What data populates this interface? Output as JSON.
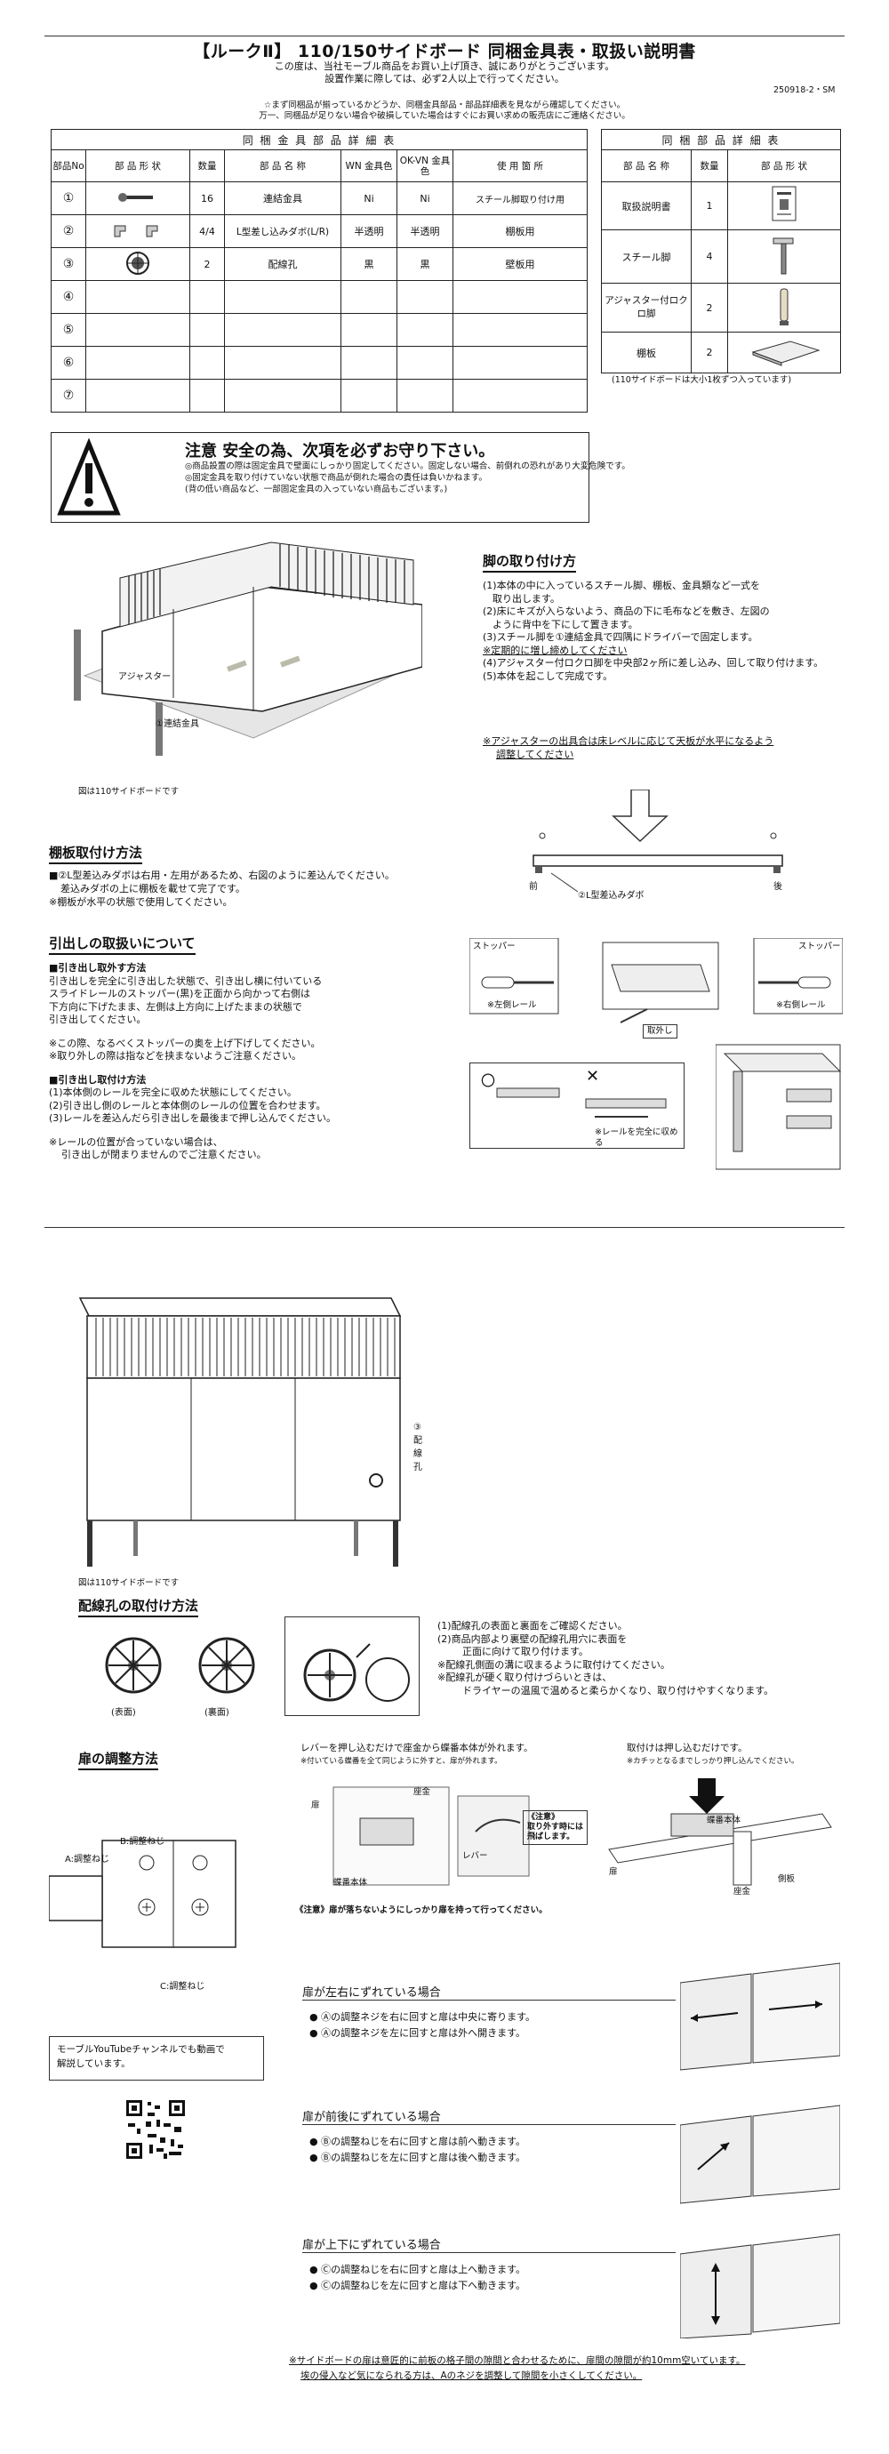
{
  "header": {
    "title": "【ルークⅡ】 110/150サイドボード 同梱金具表・取扱い説明書",
    "intro_1": "この度は、当社モーブル商品をお買い上げ頂き、誠にありがとうございます。",
    "intro_2": "設置作業に際しては、必ず2人以上で行ってください。",
    "doc_code": "250918-2・SM",
    "notice_1": "☆まず同梱品が揃っているかどうか、同梱金具部品・部品詳細表を見ながら確認してください。",
    "notice_2": "万一、同梱品が足りない場合や破損していた場合はすぐにお買い求めの販売店にご連絡ください。"
  },
  "left_table": {
    "caption": "同 梱 金 具 部 品 詳 細 表",
    "headers": [
      "部品No",
      "部 品 形 状",
      "数量",
      "部 品 名 称",
      "WN 金具色",
      "OK-VN 金具色",
      "使 用 箇 所"
    ],
    "rows": [
      {
        "no": "①",
        "qty": "16",
        "name": "連結金具",
        "wn": "Ni",
        "okvn": "Ni",
        "use": "スチール脚取り付け用"
      },
      {
        "no": "②",
        "qty": "4/4",
        "name": "L型差し込みダボ(L/R)",
        "wn": "半透明",
        "okvn": "半透明",
        "use": "棚板用"
      },
      {
        "no": "③",
        "qty": "2",
        "name": "配線孔",
        "wn": "黒",
        "okvn": "黒",
        "use": "壁板用"
      },
      {
        "no": "④",
        "qty": "",
        "name": "",
        "wn": "",
        "okvn": "",
        "use": ""
      },
      {
        "no": "⑤",
        "qty": "",
        "name": "",
        "wn": "",
        "okvn": "",
        "use": ""
      },
      {
        "no": "⑥",
        "qty": "",
        "name": "",
        "wn": "",
        "okvn": "",
        "use": ""
      },
      {
        "no": "⑦",
        "qty": "",
        "name": "",
        "wn": "",
        "okvn": "",
        "use": ""
      }
    ]
  },
  "right_table": {
    "caption": "同 梱 部 品 詳 細 表",
    "headers": [
      "部 品 名 称",
      "数量",
      "部 品 形 状"
    ],
    "rows": [
      {
        "name": "取扱説明書",
        "qty": "1"
      },
      {
        "name": "スチール脚",
        "qty": "4"
      },
      {
        "name": "アジャスター付ロクロ脚",
        "qty": "2"
      },
      {
        "name": "棚板",
        "qty": "2"
      }
    ],
    "note": "(110サイドボードは大小1枚ずつ入っています)"
  },
  "warning": {
    "head": "注意 安全の為、次項を必ずお守り下さい。",
    "line_1": "◎商品設置の際は固定金具で壁面にしっかり固定してください。固定しない場合、前倒れの恐れがあり大変危険です。",
    "line_2": "◎固定金具を取り付けていない状態で商品が倒れた場合の責任は負いかねます。",
    "line_3": "(背の低い商品など、一部固定金具の入っていない商品もございます。)"
  },
  "leg_section": {
    "title": "脚の取り付け方",
    "steps": [
      "(1)本体の中に入っているスチール脚、棚板、金具類など一式を",
      "　取り出します。",
      "(2)床にキズが入らないよう、商品の下に毛布などを敷き、左図の",
      "　ように背中を下にして置きます。",
      "(3)スチール脚を①連結金具で四隅にドライバーで固定します。",
      "※定期的に増し締めしてください",
      "(4)アジャスター付ロクロ脚を中央部2ヶ所に差し込み、回して取り付けます。",
      "(5)本体を起こして完成です。"
    ],
    "note_1": "※アジャスターの出具合は床レベルに応じて天板が水平になるよう",
    "note_2": "調整してください",
    "label_adjuster": "アジャスター",
    "label_connector": "①連結金具",
    "figure_caption": "図は110サイドボードです"
  },
  "shelf_section": {
    "title": "棚板取付け方法",
    "line_1": "■②L型差込みダボは右用・左用があるため、右図のように差込んでください。",
    "line_2": "差込みダボの上に棚板を載せて完了です。",
    "line_3": "※棚板が水平の状態で使用してください。",
    "label_front": "前",
    "label_back": "後",
    "label_dowel": "②L型差込みダボ"
  },
  "drawer_section": {
    "title": "引出しの取扱いについて",
    "remove_head": "■引き出し取外す方法",
    "remove_1": "引き出しを完全に引き出した状態で、引き出し横に付いている",
    "remove_2": "スライドレールのストッパー(黒)を正面から向かって右側は",
    "remove_3": "下方向に下げたまま、左側は上方向に上げたままの状態で",
    "remove_4": "引き出してください。",
    "note_1": "※この際、なるべくストッパーの奥を上げ下げしてください。",
    "note_2": "※取り外しの際は指などを挟まないようご注意ください。",
    "install_head": "■引き出し取付け方法",
    "install_1": "(1)本体側のレールを完全に収めた状態にしてください。",
    "install_2": "(2)引き出し側のレールと本体側のレールの位置を合わせます。",
    "install_3": "(3)レールを差込んだら引き出しを最後まで押し込んでください。",
    "warn_1": "※レールの位置が合っていない場合は、",
    "warn_2": "引き出しが閉まりませんのでご注意ください。",
    "label_stopper_l": "ストッパー",
    "label_stopper_r": "ストッパー",
    "label_left_rail": "※左側レール",
    "label_right_rail": "※右側レール",
    "label_remove": "取外し",
    "label_rail_full": "※レールを完全に収める",
    "mark_ok": "〇",
    "mark_ng": "✕"
  },
  "page2": {
    "label_wiring": "③配線孔",
    "figure_caption": "図は110サイドボードです",
    "wiring_title": "配線孔の取付け方法",
    "label_front": "(表面)",
    "label_back": "(裏面)",
    "wiring_1": "(1)配線孔の表面と裏面をご確認ください。",
    "wiring_2": "(2)商品内部より裏壁の配線孔用穴に表面を",
    "wiring_3": "正面に向けて取り付けます。",
    "wiring_4": "※配線孔側面の溝に収まるように取付けてください。",
    "wiring_5": "※配線孔が硬く取り付けづらいときは、",
    "wiring_6": "ドライヤーの温風で温めると柔らかくなり、取り付けやすくなります。",
    "door_title": "扉の調整方法",
    "label_b": "B:調整ねじ",
    "label_a": "A:調整ねじ",
    "label_c": "C:調整ねじ",
    "lever_1": "レバーを押し込むだけで座金から蝶番本体が外れます。",
    "lever_2": "※付いている蝶番を全て同じように外すと、扉が外れます。",
    "attach_1": "取付けは押し込むだけです。",
    "attach_2": "※カチッとなるまでしっかり押し込んでください。",
    "label_zagane": "座金",
    "label_chobanhontai": "蝶番本体",
    "label_lever": "レバー",
    "label_tobira": "扉",
    "label_sokuita": "側板",
    "caution_box_1": "《注意》",
    "caution_box_2": "取り外す時には",
    "caution_box_3": "飛ばします。",
    "hold_note": "《注意》扉が落ちないようにしっかり扉を持って行ってください。",
    "youtube_1": "モーブルYouTubeチャンネルでも動画で",
    "youtube_2": "解説しています。",
    "adj_lr_title": "扉が左右にずれている場合",
    "adj_lr_1": "● Ⓐの調整ネジを右に回すと扉は中央に寄ります。",
    "adj_lr_2": "● Ⓐの調整ネジを左に回すと扉は外へ開きます。",
    "adj_fb_title": "扉が前後にずれている場合",
    "adj_fb_1": "● Ⓑの調整ねじを右に回すと扉は前へ動きます。",
    "adj_fb_2": "● Ⓑの調整ねじを左に回すと扉は後へ動きます。",
    "adj_ud_title": "扉が上下にずれている場合",
    "adj_ud_1": "● Ⓒの調整ねじを右に回すと扉は上へ動きます。",
    "adj_ud_2": "● Ⓒの調整ねじを左に回すと扉は下へ動きます。",
    "bottom_note_1": "※サイドボードの扉は意匠的に前板の格子間の隙間と合わせるために、扉間の隙間が約10mm空いています。",
    "bottom_note_2": "埃の侵入など気になられる方は、Aのネジを調整して隙間を小さくしてください。"
  }
}
